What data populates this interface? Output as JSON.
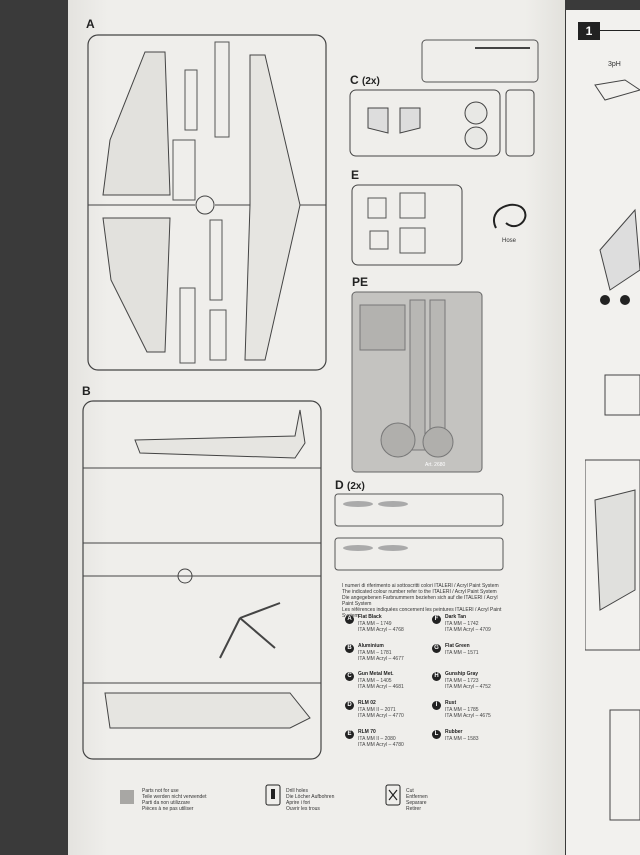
{
  "sprues": {
    "a": "A",
    "b": "B",
    "c": "C",
    "c_count": "(2x)",
    "d": "D",
    "d_count": "(2x)",
    "e": "E",
    "pe": "PE"
  },
  "hose_label": "Hose",
  "step": {
    "number": "1",
    "label": "3pH"
  },
  "pe_fret_text": "Art. 2680",
  "paint_intro": [
    "I numeri di riferimento ai sottoscritti colori ITALERI / Acryl Paint System",
    "The indicated colour number refer to the ITALERI / Acryl Paint System",
    "Die angegebenen Farbnummern beziehen sich auf die ITALERI / Acryl Paint System",
    "Les références indiquées concernent les peintures ITALERI / Acryl Paint System"
  ],
  "colors": [
    {
      "key": "A",
      "name": "Flat Black",
      "code1": "ITA MM – 1749",
      "code2": "ITA MM Acryl – 4768"
    },
    {
      "key": "B",
      "name": "Aluminium",
      "code1": "ITA MM – 1781",
      "code2": "ITA MM Acryl – 4677"
    },
    {
      "key": "C",
      "name": "Gun Metal Met.",
      "code1": "ITA MM – 1405",
      "code2": "ITA MM Acryl – 4681"
    },
    {
      "key": "D",
      "name": "RLM 02",
      "code1": "ITA MM II – 2071",
      "code2": "ITA MM Acryl – 4770"
    },
    {
      "key": "E",
      "name": "RLM 70",
      "code1": "ITA MM II – 2080",
      "code2": "ITA MM Acryl – 4780"
    },
    {
      "key": "F",
      "name": "Dark Tan",
      "code1": "ITA MM – 1742",
      "code2": "ITA MM Acryl – 4709"
    },
    {
      "key": "G",
      "name": "Flat Green",
      "code1": "ITA MM – 1571",
      "code2": ""
    },
    {
      "key": "H",
      "name": "Gunship Gray",
      "code1": "ITA MM – 1723",
      "code2": "ITA MM Acryl – 4752"
    },
    {
      "key": "I",
      "name": "Rust",
      "code1": "ITA MM – 1785",
      "code2": "ITA MM Acryl – 4675"
    },
    {
      "key": "L",
      "name": "Rubber",
      "code1": "ITA MM – 1583",
      "code2": ""
    }
  ],
  "footer": {
    "not_for_use": [
      "Parts not for use",
      "Teile werden nicht verwendet",
      "Parti da non utilizzare",
      "Pièces à ne pas utiliser"
    ],
    "drill": [
      "Drill holes",
      "Die Löcher Aufbohren",
      "Aprire i fori",
      "Ouvrir les trous"
    ],
    "cut": [
      "Cut",
      "Entfernen",
      "Separare",
      "Retirer"
    ]
  }
}
